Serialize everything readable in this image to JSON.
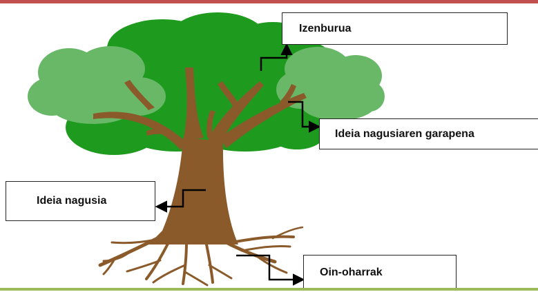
{
  "labels": {
    "title": "Izenburua",
    "main_idea_development": "Ideia nagusiaren garapena",
    "main_idea": "Ideia nagusia",
    "footnotes": "Oin-oharrak"
  },
  "colors": {
    "accent_bar": "#c0504d",
    "bottom_rule": "#9bbb59",
    "canopy_dark": "#1e9a1e",
    "canopy_light": "#68b868",
    "trunk": "#8b5a2b",
    "connector": "#000000"
  }
}
